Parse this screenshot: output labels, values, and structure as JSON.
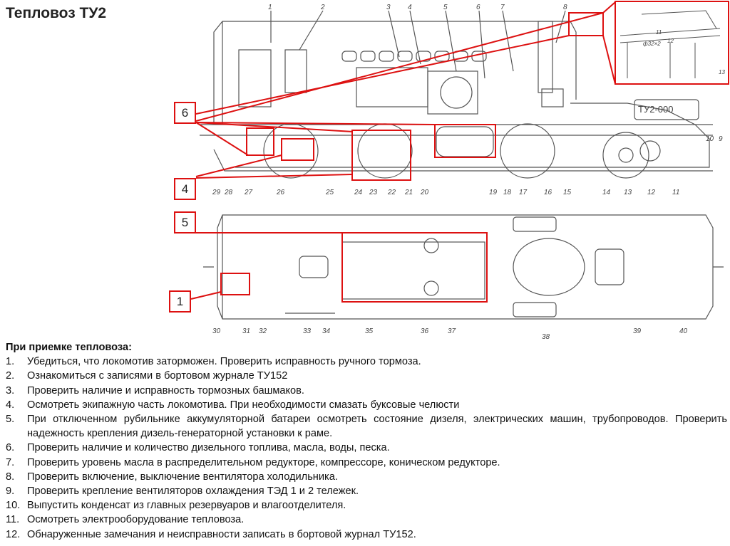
{
  "title": "Тепловоз ТУ2",
  "callouts": [
    "6",
    "4",
    "5",
    "1"
  ],
  "side_view": {
    "number_plate": "ТУ2-000",
    "top_labels": [
      "1",
      "2",
      "3",
      "4",
      "5",
      "6",
      "7",
      "8"
    ],
    "bottom_labels": [
      "29",
      "28",
      "27",
      "26",
      "25",
      "24",
      "23",
      "22",
      "21",
      "20",
      "19",
      "18",
      "17",
      "16",
      "15",
      "14",
      "13",
      "12",
      "11",
      "10",
      "9"
    ]
  },
  "plan_view": {
    "bottom_labels": [
      "30",
      "31",
      "32",
      "33",
      "34",
      "35",
      "36",
      "37",
      "38",
      "39",
      "40"
    ]
  },
  "inset": {
    "labels": [
      "11",
      "12",
      "13",
      "ф32×2"
    ]
  },
  "colors": {
    "highlight": "#dd1111",
    "drawing": "#555555"
  },
  "instructions": {
    "heading": "При приемке тепловоза:",
    "items": [
      {
        "n": "1.",
        "text": "Убедиться, что локомотив заторможен. Проверить исправность ручного тормоза."
      },
      {
        "n": "2.",
        "text": "Ознакомиться с записями в бортовом журнале ТУ152"
      },
      {
        "n": "3.",
        "text": "Проверить наличие и исправность тормозных башмаков."
      },
      {
        "n": "4.",
        "text": "Осмотреть экипажную часть локомотива. При необходимости смазать буксовые челюсти"
      },
      {
        "n": "5.",
        "text": "При отключенном рубильнике аккумуляторной батареи осмотреть состояние дизеля, электрических машин, трубопроводов. Проверить надежность крепления дизель-генераторной установки к раме."
      },
      {
        "n": "6.",
        "text": "Проверить наличие и количество дизельного топлива, масла, воды, песка."
      },
      {
        "n": "7.",
        "text": "Проверить уровень масла в распределительном редукторе, компрессоре, коническом редукторе."
      },
      {
        "n": "8.",
        "text": "Проверить включение, выключение вентилятора холодильника."
      },
      {
        "n": "9.",
        "text": "Проверить крепление вентиляторов охлаждения ТЭД 1 и 2 тележек."
      },
      {
        "n": "10.",
        "text": "Выпустить конденсат из главных резервуаров и влагоотделителя."
      },
      {
        "n": "11.",
        "text": "Осмотреть электрооборудование тепловоза."
      },
      {
        "n": "12.",
        "text": "Обнаруженные замечания и неисправности записать в бортовой журнал ТУ152."
      }
    ]
  }
}
